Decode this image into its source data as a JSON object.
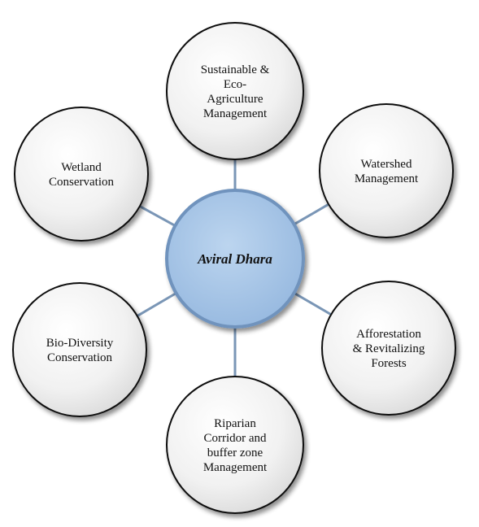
{
  "hub": {
    "label": "Aviral Dhara",
    "fill": "#a6c6e8",
    "stroke": "#6f93bd"
  },
  "nodes": [
    {
      "id": "sustainable-eco-agriculture",
      "lines": [
        "Sustainable  &",
        "Eco-",
        "Agriculture",
        "Management"
      ]
    },
    {
      "id": "watershed-management",
      "lines": [
        "Watershed",
        "Management"
      ]
    },
    {
      "id": "afforestation-revitalizing-forests",
      "lines": [
        "Afforestation",
        "& Revitalizing",
        "Forests"
      ]
    },
    {
      "id": "riparian-corridor-buffer-zone",
      "lines": [
        "Riparian",
        "Corridor and",
        "buffer zone",
        "Management"
      ]
    },
    {
      "id": "bio-diversity-conservation",
      "lines": [
        "Bio-Diversity",
        "Conservation"
      ]
    },
    {
      "id": "wetland-conservation",
      "lines": [
        "Wetland",
        "Conservation"
      ]
    }
  ],
  "colors": {
    "node_stroke": "#111111",
    "node_fill_light": "#ffffff",
    "node_fill_dark": "#dcdcdc",
    "connector": "#7a96b6",
    "shadow": "#9a9a9a"
  }
}
